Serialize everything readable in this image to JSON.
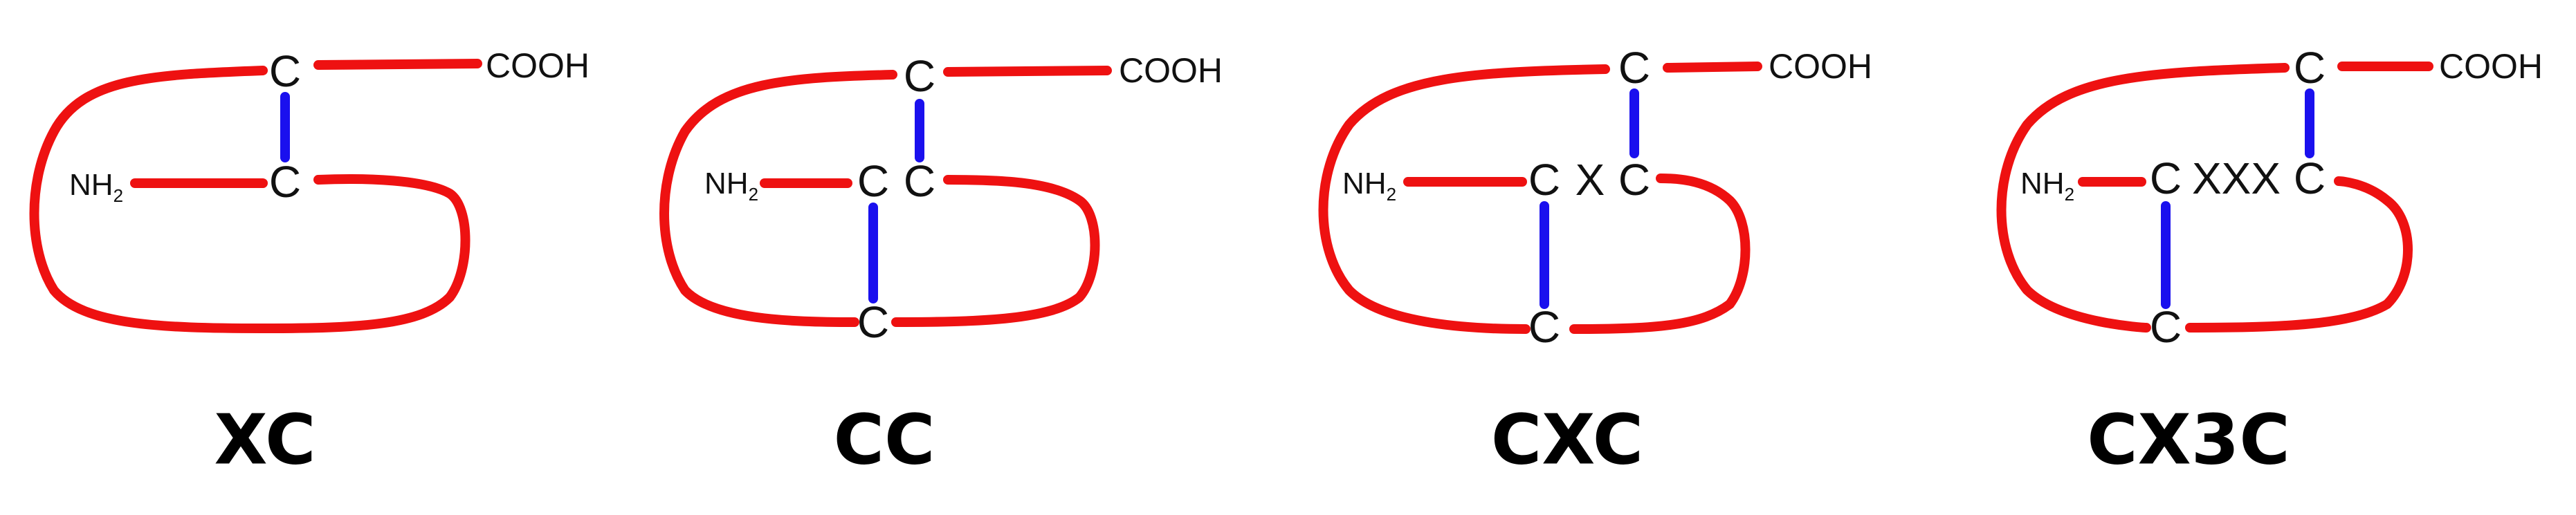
{
  "diagrams": [
    {
      "family_label": "XC",
      "cysteines": [
        "C",
        "C"
      ],
      "amino_terminus": {
        "main": "NH",
        "sub": "2"
      },
      "carboxyl_terminus": "COOH"
    },
    {
      "family_label": "CC",
      "cysteines": [
        "C",
        "C",
        "C",
        "C"
      ],
      "amino_terminus": {
        "main": "NH",
        "sub": "2"
      },
      "carboxyl_terminus": "COOH"
    },
    {
      "family_label": "CXC",
      "cysteines": [
        "C",
        "C",
        "C",
        "C"
      ],
      "spacer": "X",
      "amino_terminus": {
        "main": "NH",
        "sub": "2"
      },
      "carboxyl_terminus": "COOH"
    },
    {
      "family_label": "CX3C",
      "cysteines": [
        "C",
        "C",
        "C",
        "C"
      ],
      "spacer": "XXX",
      "amino_terminus": {
        "main": "NH",
        "sub": "2"
      },
      "carboxyl_terminus": "COOH"
    }
  ],
  "colors": {
    "backbone": "#ee1111",
    "disulfide_bond": "#1a10ee",
    "text": "#111111"
  }
}
